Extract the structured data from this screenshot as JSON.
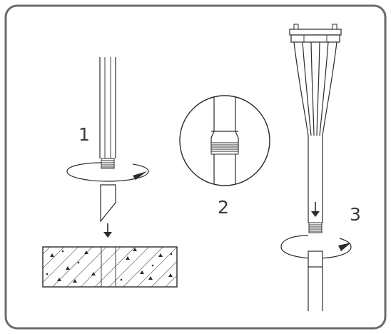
{
  "steps": [
    {
      "number": "1"
    },
    {
      "number": "2"
    },
    {
      "number": "3"
    }
  ],
  "colors": {
    "frame": "#6b6b6b",
    "line": "#2b2b2b",
    "label": "#3a3a3a",
    "background": "#ffffff"
  },
  "icons": {
    "down_arrow": "down-arrow-icon",
    "rotation": "rotation-arrow-icon"
  }
}
